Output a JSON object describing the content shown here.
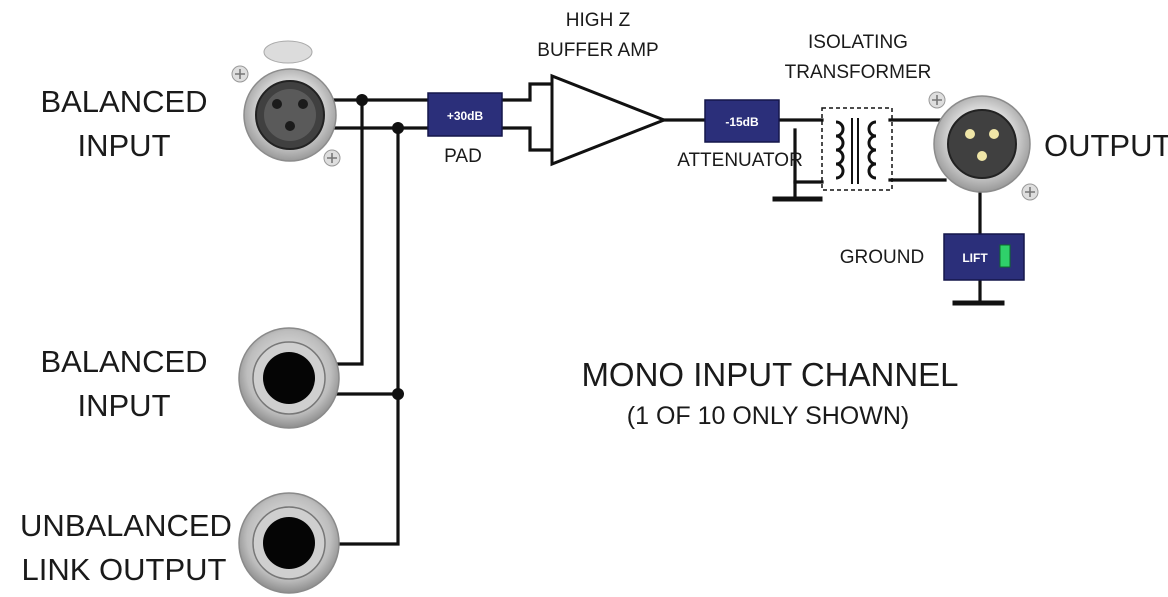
{
  "labels": {
    "xlr_input_line1": "BALANCED",
    "xlr_input_line2": "INPUT",
    "jack_input_line1": "BALANCED",
    "jack_input_line2": "INPUT",
    "link_output_line1": "UNBALANCED",
    "link_output_line2": "LINK OUTPUT",
    "pad_label": "PAD",
    "buffer_line1": "HIGH Z",
    "buffer_line2": "BUFFER AMP",
    "transformer_line1": "ISOLATING",
    "transformer_line2": "TRANSFORMER",
    "attenuator_label": "ATTENUATOR",
    "output_label": "OUTPUT",
    "ground_label": "GROUND"
  },
  "boxes": {
    "pad_value": "+30dB",
    "attenuator_value": "-15dB",
    "lift_switch": "LIFT"
  },
  "caption": {
    "title": "MONO INPUT CHANNEL",
    "subtitle": "(1 OF 10 ONLY SHOWN)"
  },
  "colors": {
    "box_fill": "#2b2f7a",
    "wire": "#111111",
    "lift_indicator": "#2fd06a"
  }
}
